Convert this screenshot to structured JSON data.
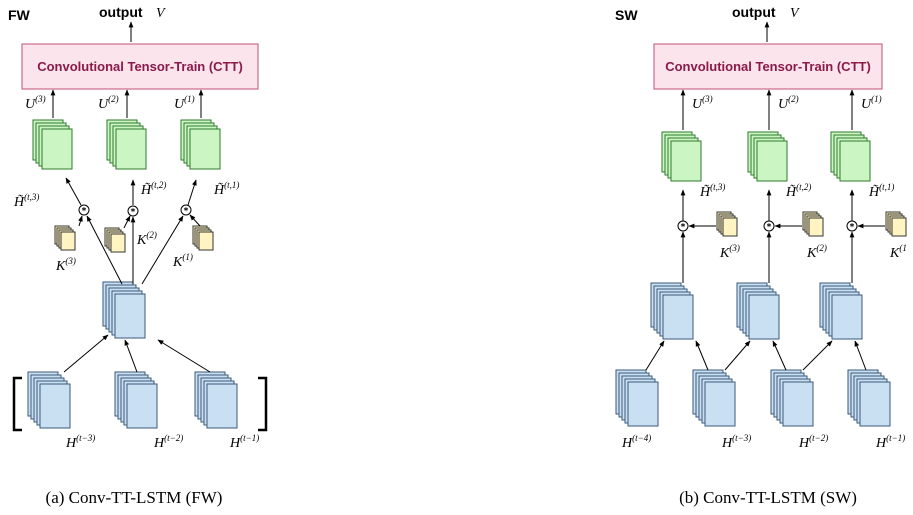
{
  "fw": {
    "tag": "FW",
    "output_label": "output",
    "output_var": "V",
    "ctt_label": "Convolutional Tensor-Train (CTT)",
    "u_labels": [
      {
        "base": "U",
        "sup": "(3)"
      },
      {
        "base": "U",
        "sup": "(2)"
      },
      {
        "base": "U",
        "sup": "(1)"
      }
    ],
    "htilde_labels": [
      {
        "base": "H̃",
        "sup": "(t,3)"
      },
      {
        "base": "H̃",
        "sup": "(t,2)"
      },
      {
        "base": "H̃",
        "sup": "(t,1)"
      }
    ],
    "k_labels": [
      {
        "base": "K",
        "sup": "(3)"
      },
      {
        "base": "K",
        "sup": "(2)"
      },
      {
        "base": "K",
        "sup": "(1)"
      }
    ],
    "h_labels": [
      {
        "base": "H",
        "sup": "(t−3)"
      },
      {
        "base": "H",
        "sup": "(t−2)"
      },
      {
        "base": "H",
        "sup": "(t−1)"
      }
    ],
    "caption": "(a) Conv-TT-LSTM (FW)"
  },
  "sw": {
    "tag": "SW",
    "output_label": "output",
    "output_var": "V",
    "ctt_label": "Convolutional Tensor-Train (CTT)",
    "u_labels": [
      {
        "base": "U",
        "sup": "(3)"
      },
      {
        "base": "U",
        "sup": "(2)"
      },
      {
        "base": "U",
        "sup": "(1)"
      }
    ],
    "htilde_labels": [
      {
        "base": "H̃",
        "sup": "(t,3)"
      },
      {
        "base": "H̃",
        "sup": "(t,2)"
      },
      {
        "base": "H̃",
        "sup": "(t,1)"
      }
    ],
    "k_labels": [
      {
        "base": "K",
        "sup": "(3)"
      },
      {
        "base": "K",
        "sup": "(2)"
      },
      {
        "base": "K",
        "sup": "(1"
      }
    ],
    "h_labels": [
      {
        "base": "H",
        "sup": "(t−4)"
      },
      {
        "base": "H",
        "sup": "(t−3)"
      },
      {
        "base": "H",
        "sup": "(t−2)"
      },
      {
        "base": "H",
        "sup": "(t−1)"
      }
    ],
    "caption": "(b) Conv-TT-LSTM (SW)"
  },
  "colors": {
    "green_fill": "#ccf5c4",
    "green_stroke": "#2e7a2e",
    "blue_fill": "#c9e0f2",
    "blue_stroke": "#3a5a78",
    "yellow_fill": "#fff4c2",
    "ctt_fill": "#fce4ec",
    "ctt_stroke": "#c0507a",
    "ctt_text": "#8a1a4a"
  }
}
